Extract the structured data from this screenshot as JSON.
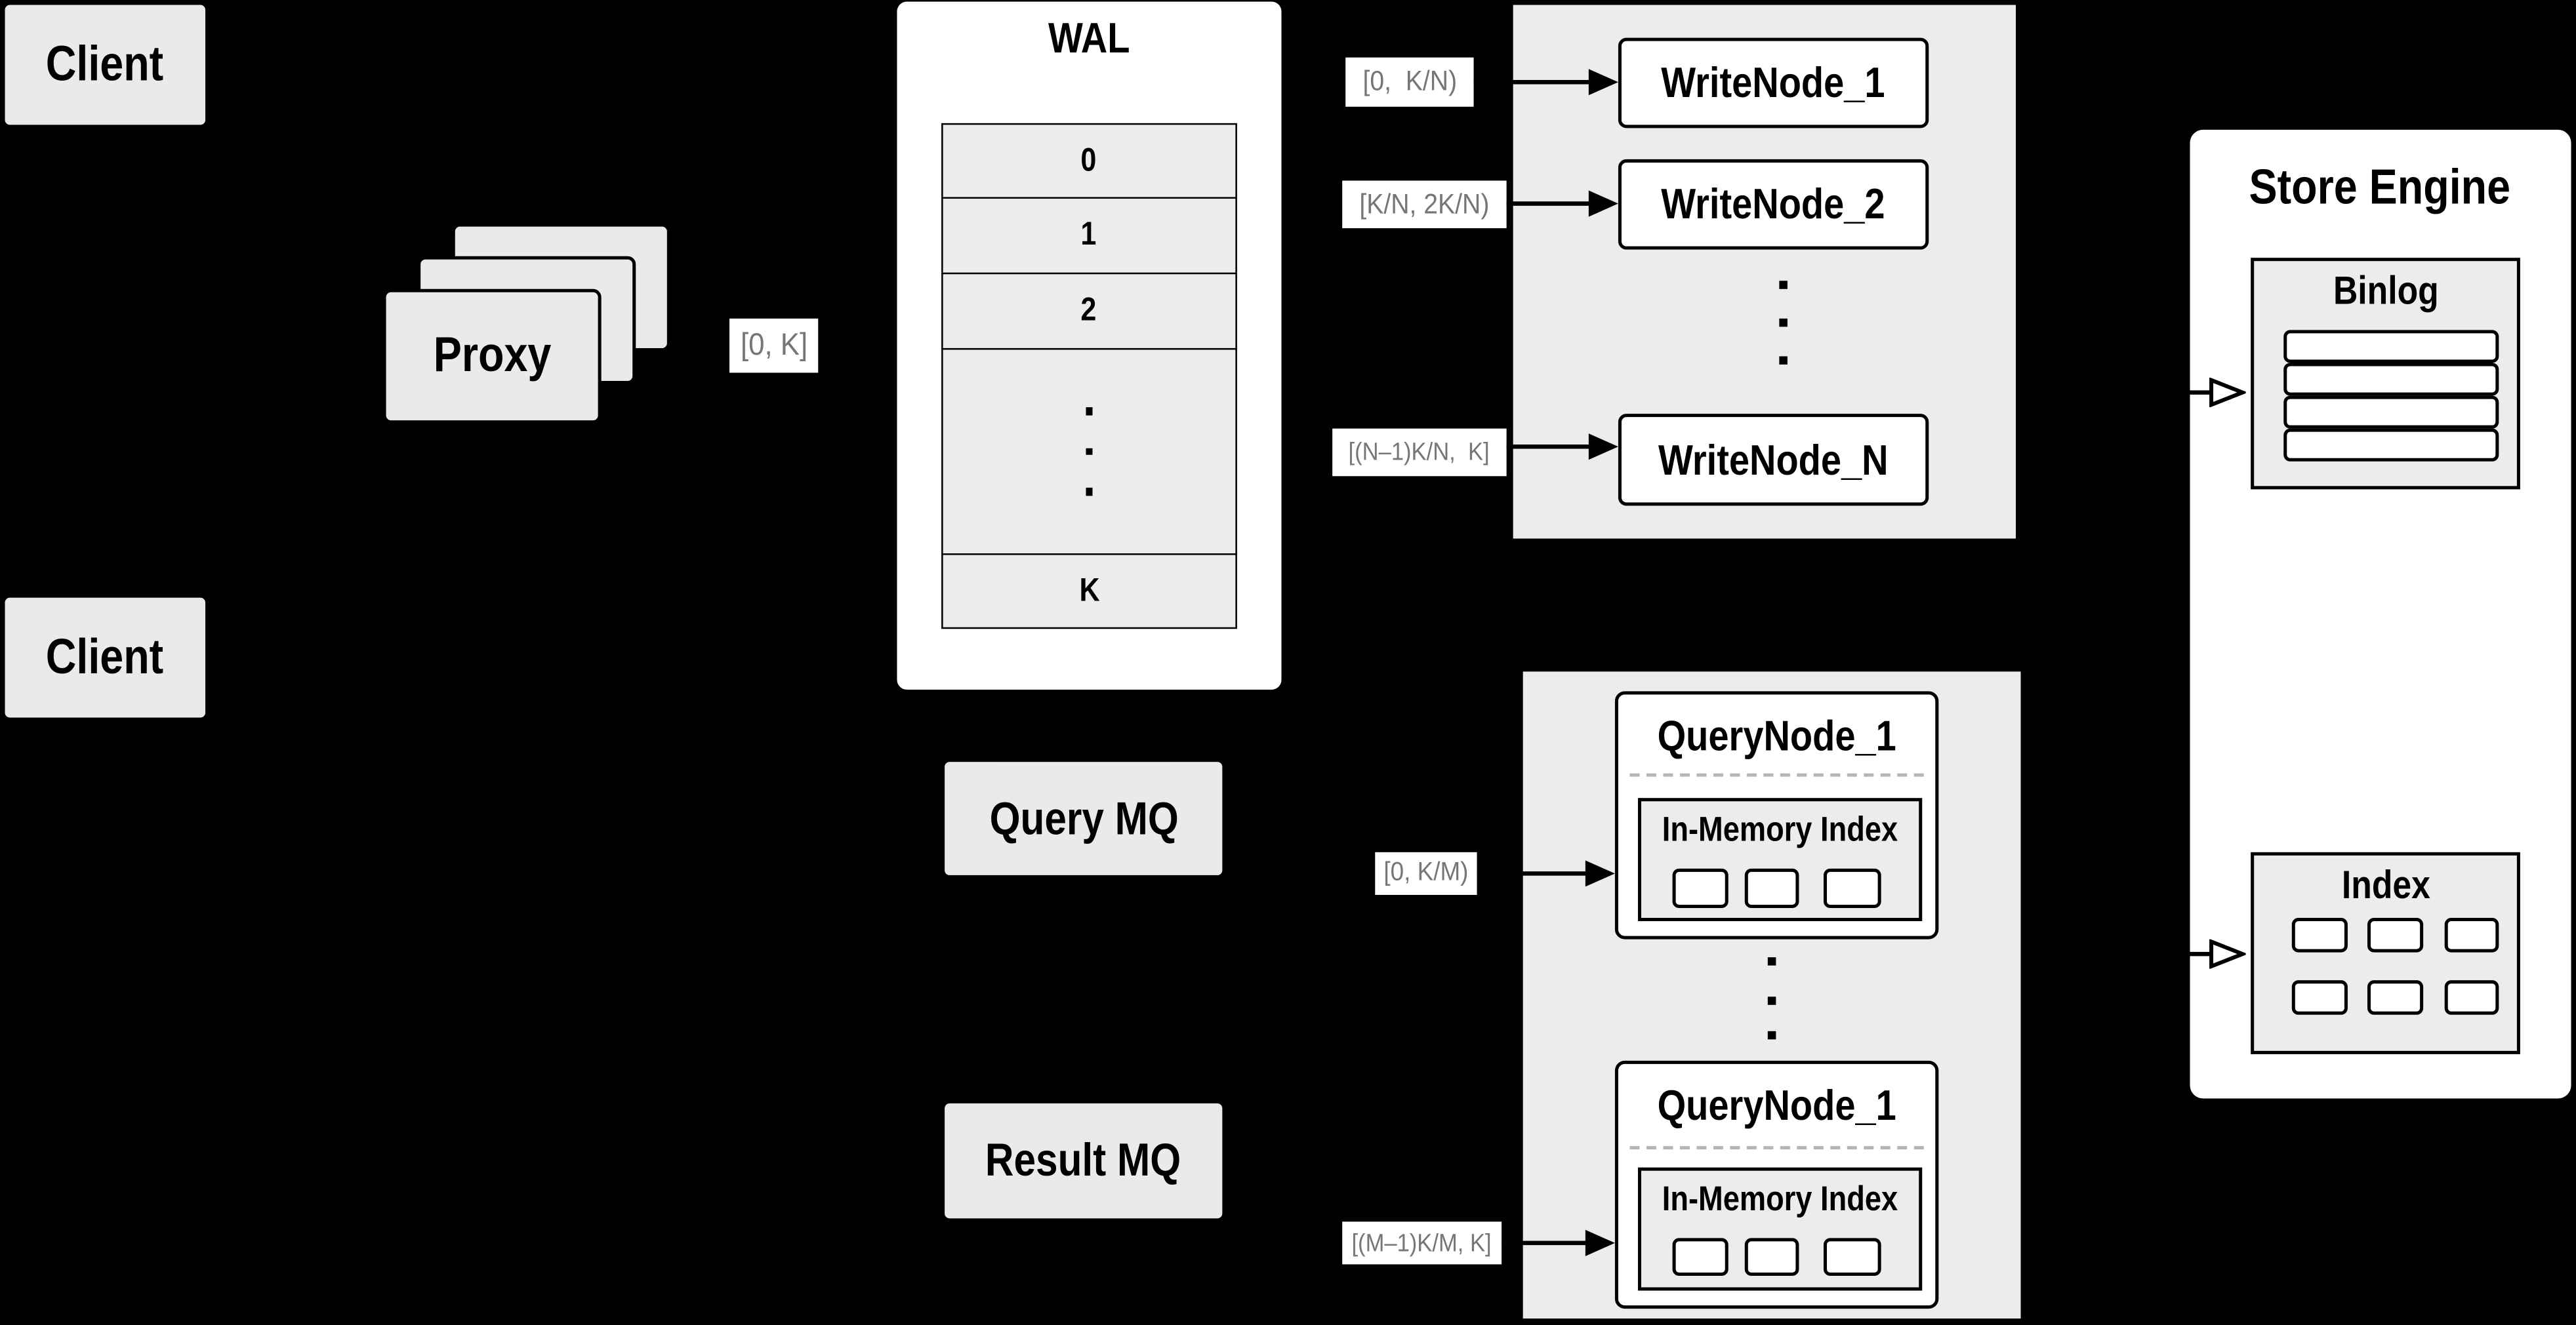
{
  "colors": {
    "background": "#000000",
    "panel_gray": "#ececec",
    "box_gray": "#eaeaea",
    "white": "#ffffff",
    "border_black": "#000000",
    "label_text_gray": "#767676",
    "dashed_separator_gray": "#b5b5b5"
  },
  "clients": {
    "top_label": "Client",
    "bottom_label": "Client"
  },
  "proxy": {
    "label": "Proxy"
  },
  "edge_labels": {
    "proxy_to_wal": "[0, K]",
    "wal_to_writenode_1": "[0,  K/N)",
    "wal_to_writenode_2": "[K/N, 2K/N)",
    "wal_to_writenode_n": "[(N–1)K/N,  K]",
    "mq_to_querynode_1": "[0, K/M)",
    "mq_to_querynode_m": "[(M–1)K/M, K]"
  },
  "wal": {
    "title": "WAL",
    "rows": [
      "0",
      "1",
      "2"
    ],
    "last_row": "K"
  },
  "write_nodes": {
    "node_1": "WriteNode_1",
    "node_2": "WriteNode_2",
    "node_n": "WriteNode_N"
  },
  "message_queues": {
    "query_mq": "Query MQ",
    "result_mq": "Result MQ"
  },
  "query_nodes": {
    "node_top": {
      "title": "QueryNode_1",
      "inner_title": "In-Memory Index"
    },
    "node_bottom": {
      "title": "QueryNode_1",
      "inner_title": "In-Memory Index"
    }
  },
  "store_engine": {
    "title": "Store Engine",
    "binlog_title": "Binlog",
    "index_title": "Index"
  }
}
